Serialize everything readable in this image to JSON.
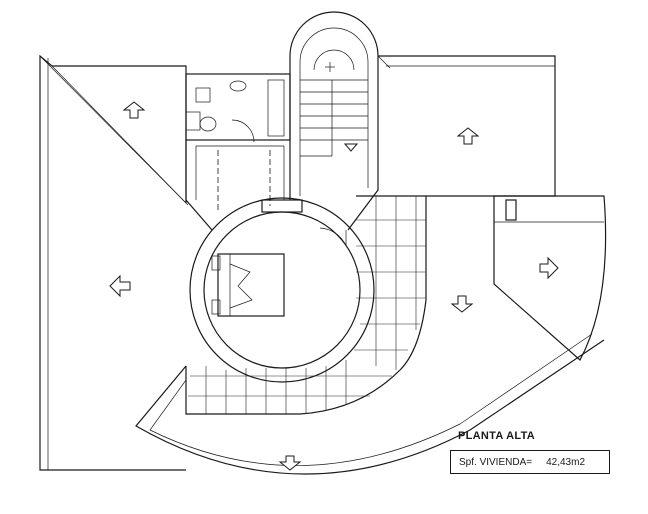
{
  "plan": {
    "title": "PLANTA ALTA",
    "area_label": "Spf. VIVIENDA=",
    "area_value": "42,43m2"
  }
}
